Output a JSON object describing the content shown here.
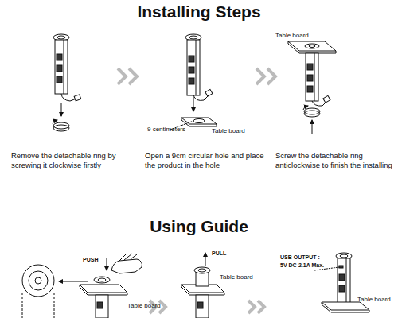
{
  "diagram": {
    "title": "Installing Steps",
    "labels": [
      "9 centimeters",
      "Table board",
      "Table board",
      "Remove the detachable ring by screwing it clockwise firstly",
      "Open a 9cm circular hole and place the product in the hole",
      "Screw the detachable ring anticlockwise to finish the installing",
      "Using Guide",
      "PUSH",
      "Table board",
      "PULL",
      "Table board",
      "USB OUTPUT :",
      "5V DC-2.1A Max.",
      "Table board"
    ]
  }
}
